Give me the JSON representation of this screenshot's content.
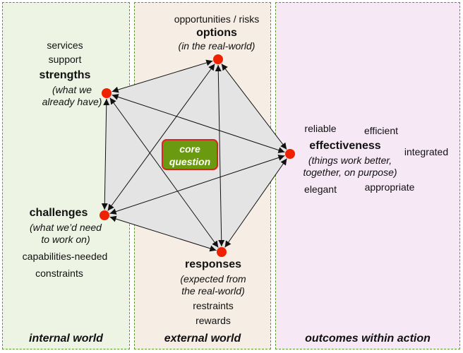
{
  "panels": {
    "internal_label": "internal world",
    "external_label": "external world",
    "outcomes_label": "outcomes within action"
  },
  "options": {
    "pre": "opportunities / risks",
    "title": "options",
    "sub": "(in the real-world)"
  },
  "strengths": {
    "pre1": "services",
    "pre2": "support",
    "title": "strengths",
    "sub1": "(what we",
    "sub2": "already have)"
  },
  "challenges": {
    "title": "challenges",
    "sub1": "(what we’d need",
    "sub2": "to work on)",
    "post1": "capabilities-needed",
    "post2": "constraints"
  },
  "responses": {
    "title": "responses",
    "sub1": "(expected from",
    "sub2": "the real-world)",
    "post1": "restraints",
    "post2": "rewards"
  },
  "effectiveness": {
    "title": "effectiveness",
    "sub1": "(things work better,",
    "sub2": "together, on purpose)",
    "reliable": "reliable",
    "efficient": "efficient",
    "integrated": "integrated",
    "elegant": "elegant",
    "appropriate": "appropriate"
  },
  "core": {
    "line1": "core",
    "line2": "question"
  },
  "colors": {
    "node": "#ee2200",
    "core_fill": "#6a9a10",
    "core_border": "#dd2222",
    "hull": "#e4e4e4"
  }
}
